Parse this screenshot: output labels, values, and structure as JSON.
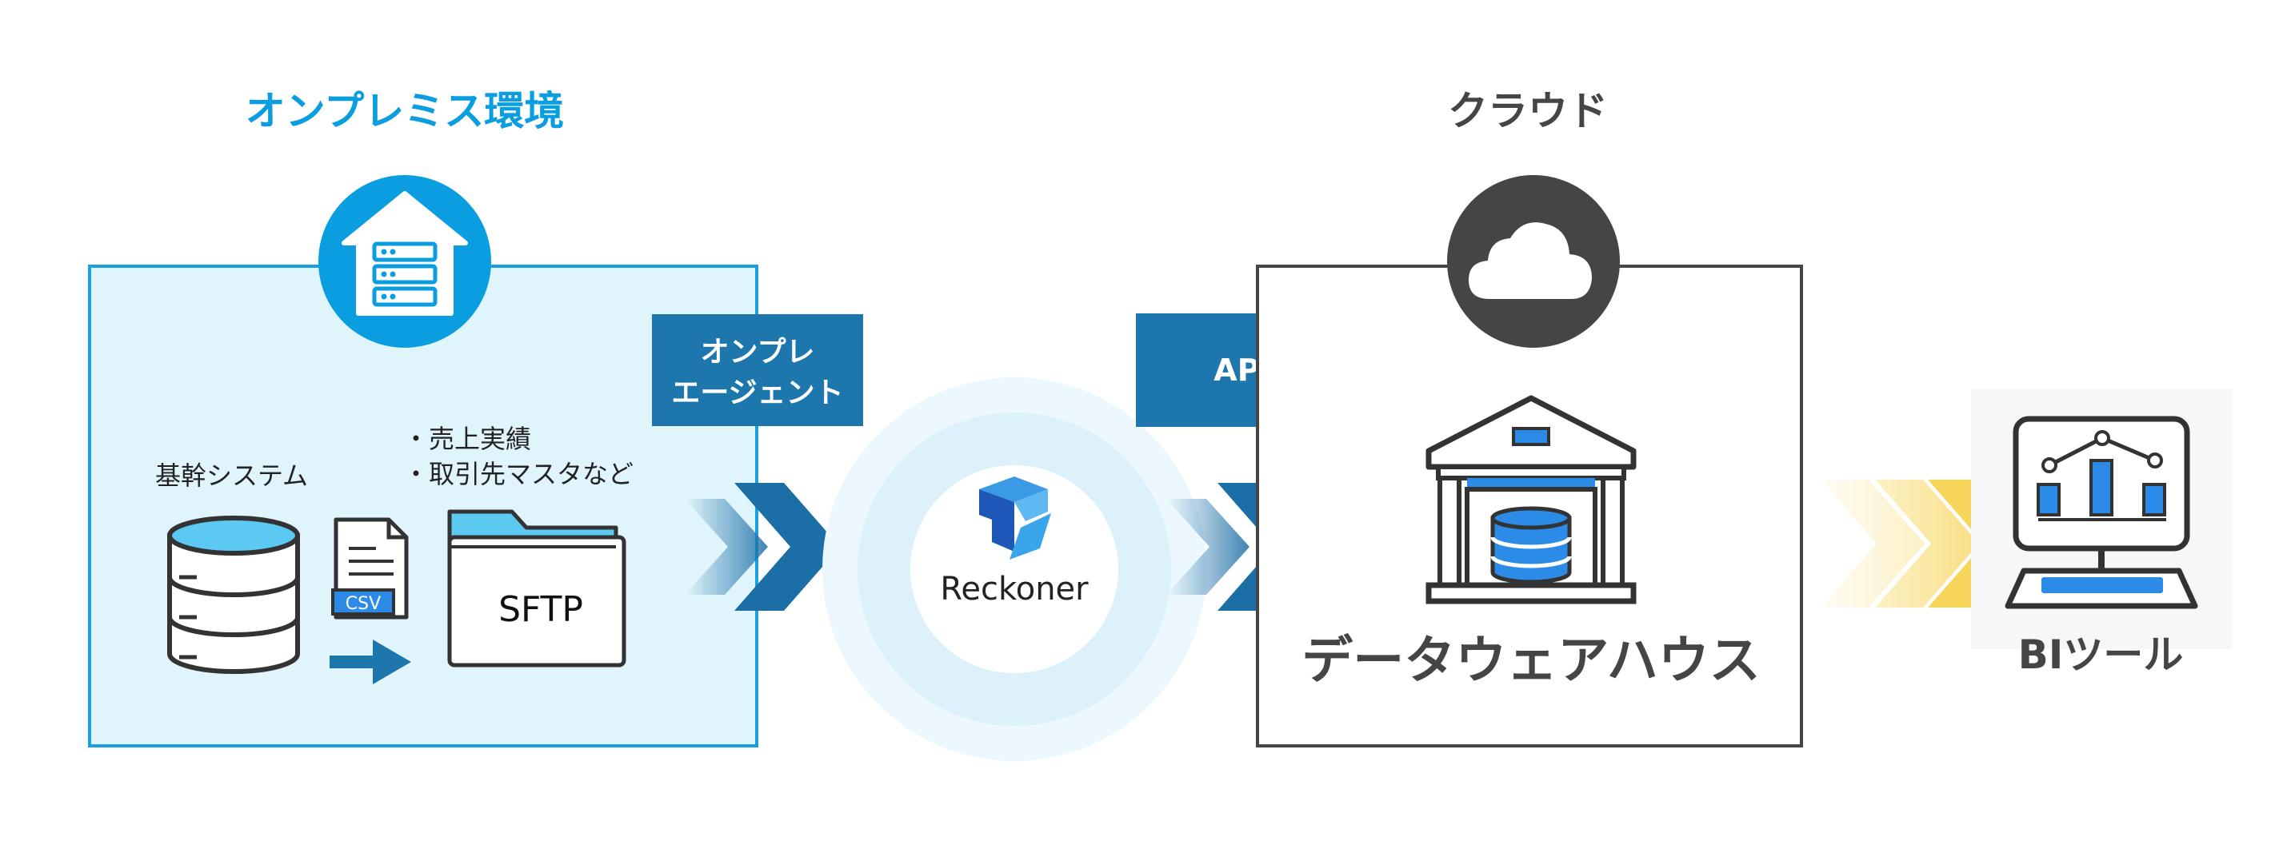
{
  "onprem": {
    "title": "オンプレミス環境",
    "core_system_label": "基幹システム",
    "bullets": [
      "・売上実績",
      "・取引先マスタなど"
    ],
    "csv_label": "CSV",
    "sftp_label": "SFTP",
    "icon": "server-house-icon"
  },
  "agent_badge": {
    "line1": "オンプレ",
    "line2": "エージェント"
  },
  "reckoner": {
    "label": "Reckoner",
    "icon": "reckoner-logo-icon"
  },
  "api_badge": {
    "label": "API"
  },
  "cloud": {
    "title": "クラウド",
    "warehouse_label": "データウェアハウス",
    "icon": "cloud-icon",
    "warehouse_icon": "warehouse-database-icon"
  },
  "bi": {
    "label": "BIツール",
    "icon": "bi-monitor-icon"
  },
  "colors": {
    "onprem_blue": "#0a9ee0",
    "onprem_fill": "#e0f4fc",
    "badge_blue": "#1d77ad",
    "chevron_blue": "#1c6fa6",
    "dark_gray": "#454545",
    "bi_yellow": "#f6d55a",
    "wh_blue": "#2b8be6"
  }
}
